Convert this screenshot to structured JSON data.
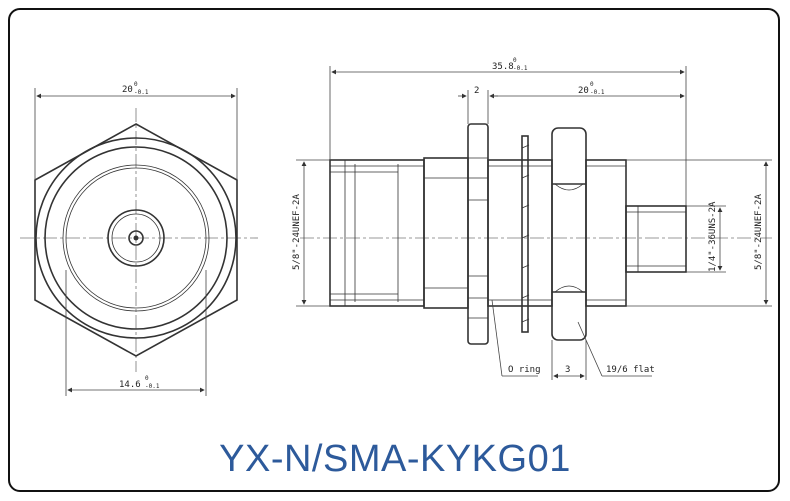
{
  "title": "YX-N/SMA-KYKG01",
  "colors": {
    "title": "#2d5a9b",
    "lines": "#333333",
    "frame": "#111111"
  },
  "front_view": {
    "width_dim": {
      "base": "20",
      "tol_upper": "0",
      "tol_lower": "-0.1"
    },
    "bore_dim": {
      "base": "14.6",
      "tol_upper": "0",
      "tol_lower": "-0.1"
    }
  },
  "side_view": {
    "overall_len": {
      "base": "35.8",
      "tol_upper": "0",
      "tol_lower": "-0.1"
    },
    "flange_thk": "2",
    "right_len": {
      "base": "20",
      "tol_upper": "0",
      "tol_lower": "-0.1"
    },
    "left_thread": "5/8\"-24UNEF-2A",
    "right_thread_large": "5/8\"-24UNEF-2A",
    "small_thread": "1/4\"-36UNS-2A",
    "oring_label": "O ring",
    "gap_dim": "3",
    "flat_label": "19/6 flat"
  }
}
